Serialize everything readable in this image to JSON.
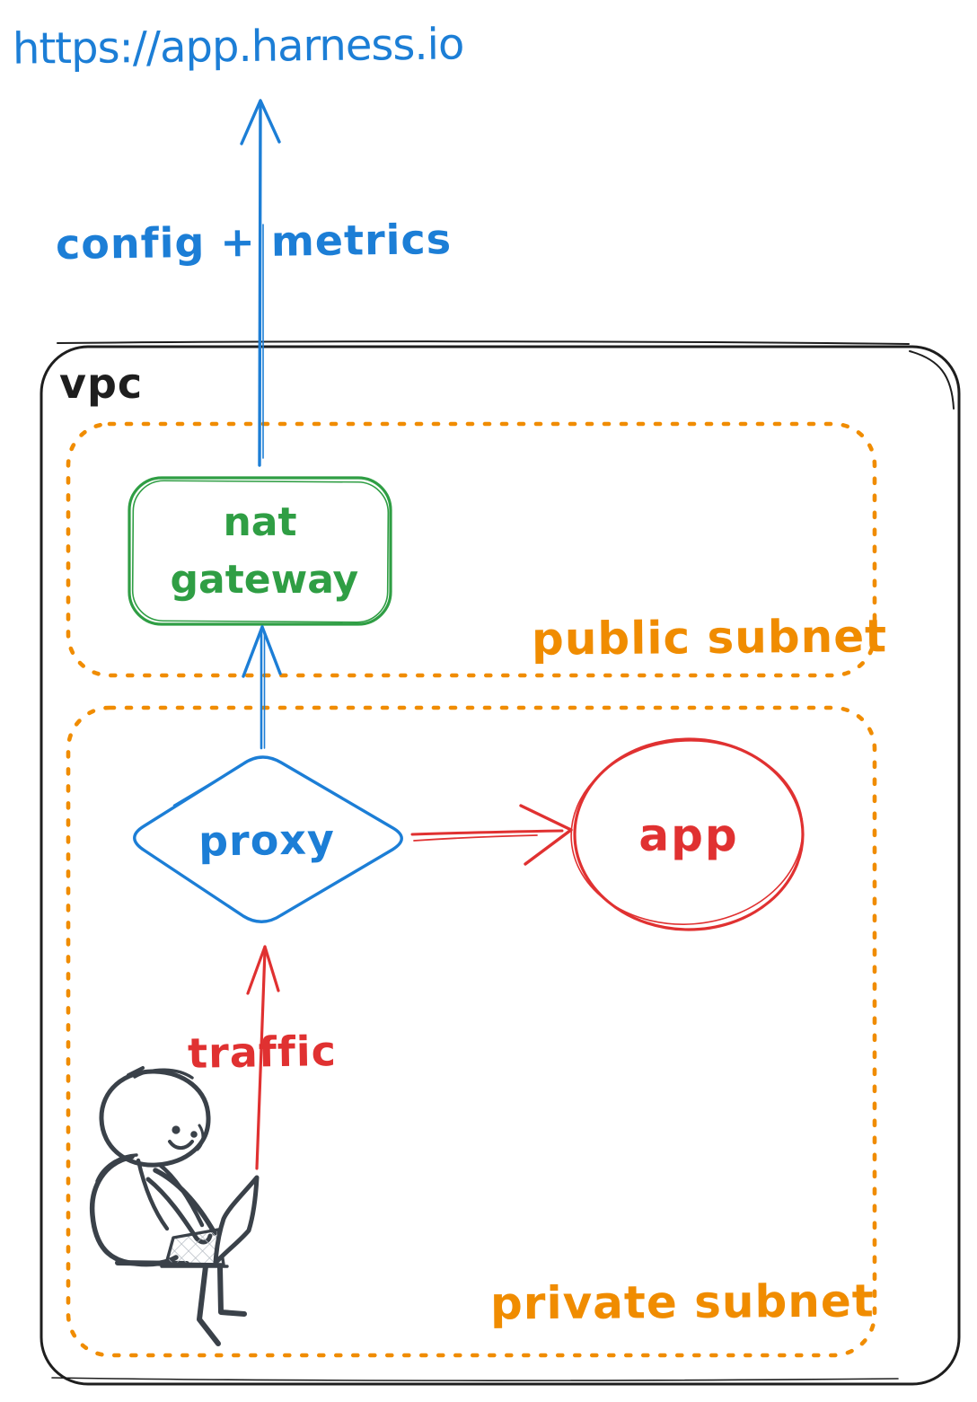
{
  "colors": {
    "blue": "#1c7ed6",
    "green": "#2f9e44",
    "orange": "#f08c00",
    "red": "#e03131",
    "ink": "#1e1e1e",
    "figure": "#3a4149"
  },
  "labels": {
    "url": "https://app.harness.io",
    "config_metrics": "config + metrics",
    "vpc": "vpc",
    "nat_gateway": "nat gateway",
    "public_subnet": "public subnet",
    "proxy": "proxy",
    "app": "app",
    "traffic": "traffic",
    "private_subnet": "private subnet"
  }
}
